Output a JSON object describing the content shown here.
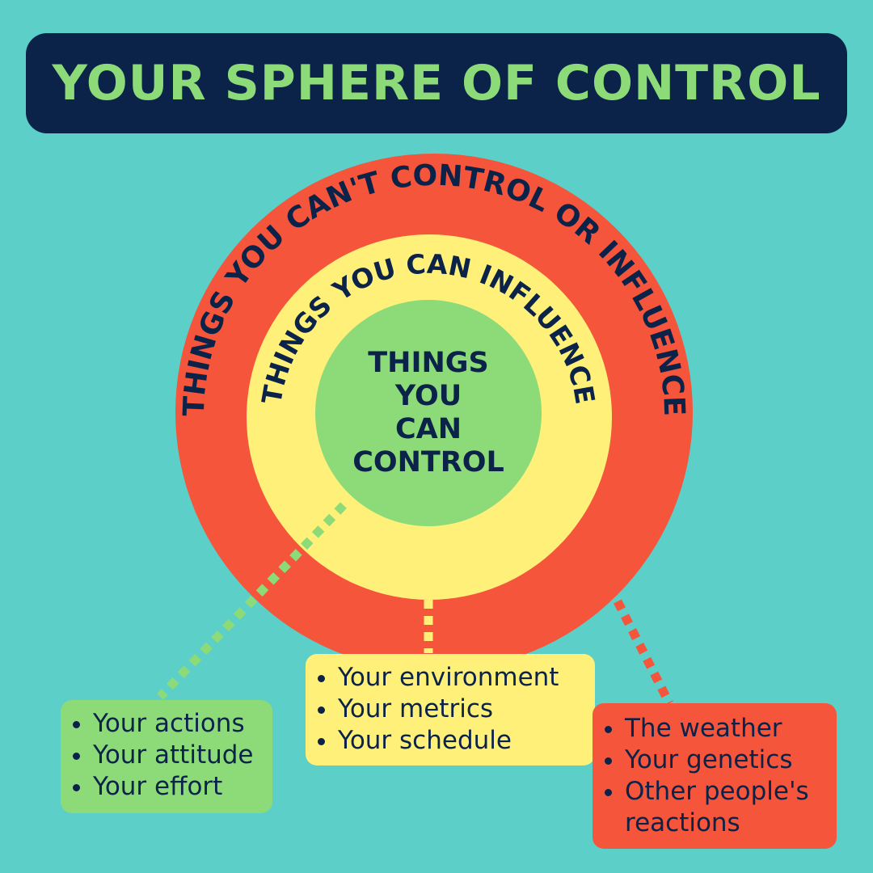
{
  "title": "YOUR SPHERE OF CONTROL",
  "rings": {
    "outer_label": "THINGS YOU CAN'T CONTROL OR INFLUENCE",
    "middle_label": "THINGS YOU CAN INFLUENCE",
    "inner_lines": [
      "THINGS",
      "YOU",
      "CAN",
      "CONTROL"
    ]
  },
  "callouts": {
    "control": [
      "Your actions",
      "Your attitude",
      "Your effort"
    ],
    "influence": [
      "Your environment",
      "Your metrics",
      "Your schedule"
    ],
    "cannot": [
      "The weather",
      "Your genetics",
      "Other people's",
      "reactions"
    ]
  },
  "colors": {
    "background": "#5ccfc9",
    "navy": "#0b2249",
    "green": "#8ddb78",
    "yellow": "#fff07a",
    "red": "#f4553b"
  }
}
